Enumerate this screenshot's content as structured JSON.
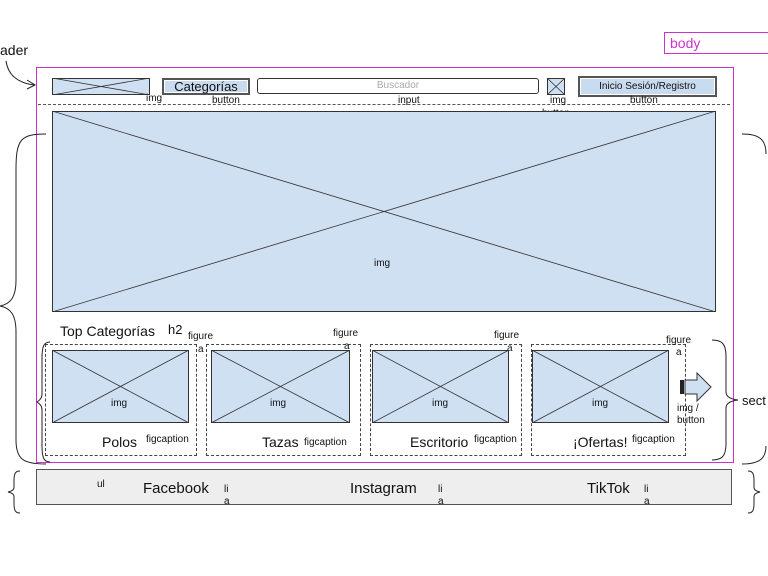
{
  "labels": {
    "body": "body",
    "header": "ader",
    "section": "sect",
    "img": "img",
    "button": "button",
    "input": "input",
    "img_button_top": "img",
    "img_button_bottom": "button",
    "h2": "h2",
    "figure": "figure",
    "a": "a",
    "figcaption": "figcaption",
    "ul": "ul",
    "li": "li",
    "next_img_button": "img /\nbutton"
  },
  "header": {
    "categories_button": "Categorías",
    "search_placeholder": "Buscador",
    "login_button": "Inicio Sesión/Registro"
  },
  "hero": {
    "img_label": "img"
  },
  "top_categories": {
    "title": "Top Categorías",
    "items": [
      {
        "caption": "Polos"
      },
      {
        "caption": "Tazas"
      },
      {
        "caption": "Escritorio"
      },
      {
        "caption": "¡Ofertas!"
      }
    ]
  },
  "footer": {
    "links": [
      "Facebook",
      "Instagram",
      "TikTok"
    ]
  },
  "colors": {
    "body_outline": "#cc33cc",
    "placeholder_fill": "#cfe0f3",
    "footer_fill": "#eeeeee"
  }
}
